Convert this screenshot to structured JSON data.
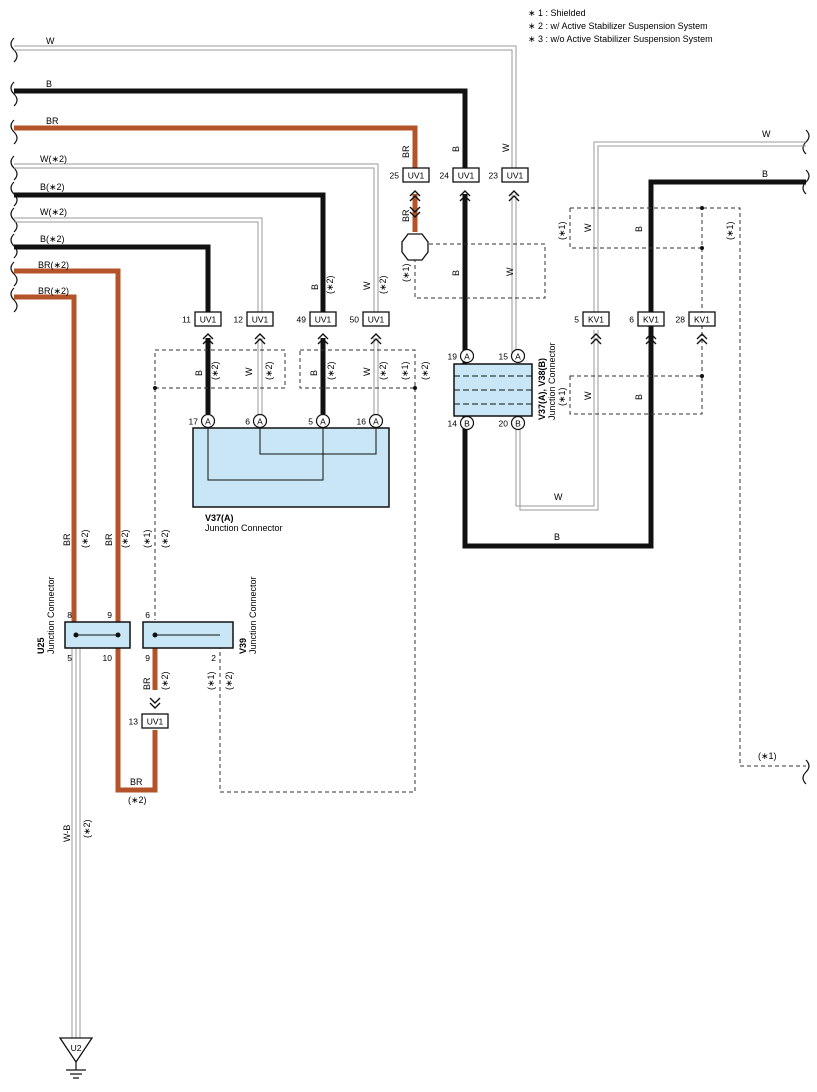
{
  "legend": [
    "∗ 1 : Shielded",
    "∗ 2 : w/ Active Stabilizer Suspension System",
    "∗ 3 : w/o Active Stabilizer Suspension System"
  ],
  "colors": {
    "black_wire": "#111111",
    "brown_wire": "#b4532a",
    "white_wire": "#9a9a9a",
    "connector_fill": "#c8e6f5"
  },
  "wire_labels": {
    "w": "W",
    "b": "B",
    "br": "BR",
    "w2": "W(∗2)",
    "b2": "B(∗2)",
    "br2": "BR(∗2)",
    "wb": "W-B",
    "n1": "(∗1)",
    "n2": "(∗2)"
  },
  "connectors": {
    "uv1": "UV1",
    "kv1": "KV1",
    "uv1_pins": {
      "p11": "11",
      "p12": "12",
      "p49": "49",
      "p50": "50",
      "p25": "25",
      "p24": "24",
      "p23": "23",
      "p13": "13"
    },
    "kv1_pins": {
      "p5": "5",
      "p6": "6",
      "p28": "28"
    }
  },
  "junction_v37a": {
    "title": "V37(A)",
    "subtitle": "Junction Connector",
    "letter": "A",
    "pins": {
      "p17": "17",
      "p6": "6",
      "p5": "5",
      "p16": "16"
    }
  },
  "junction_v37_v38": {
    "title": "V37(A), V38(B)",
    "subtitle": "Junction Connector",
    "letter_a": "A",
    "letter_b": "B",
    "pins": {
      "p19": "19",
      "p15": "15",
      "p14": "14",
      "p20": "20"
    }
  },
  "junction_u25": {
    "title": "U25",
    "subtitle": "Junction Connector",
    "pins": {
      "p8": "8",
      "p9": "9",
      "p5": "5",
      "p10": "10"
    }
  },
  "junction_v39": {
    "title": "V39",
    "subtitle": "Junction Connector",
    "pins": {
      "p6": "6",
      "p9": "9",
      "p2": "2"
    }
  },
  "ground": {
    "label": "U2"
  }
}
